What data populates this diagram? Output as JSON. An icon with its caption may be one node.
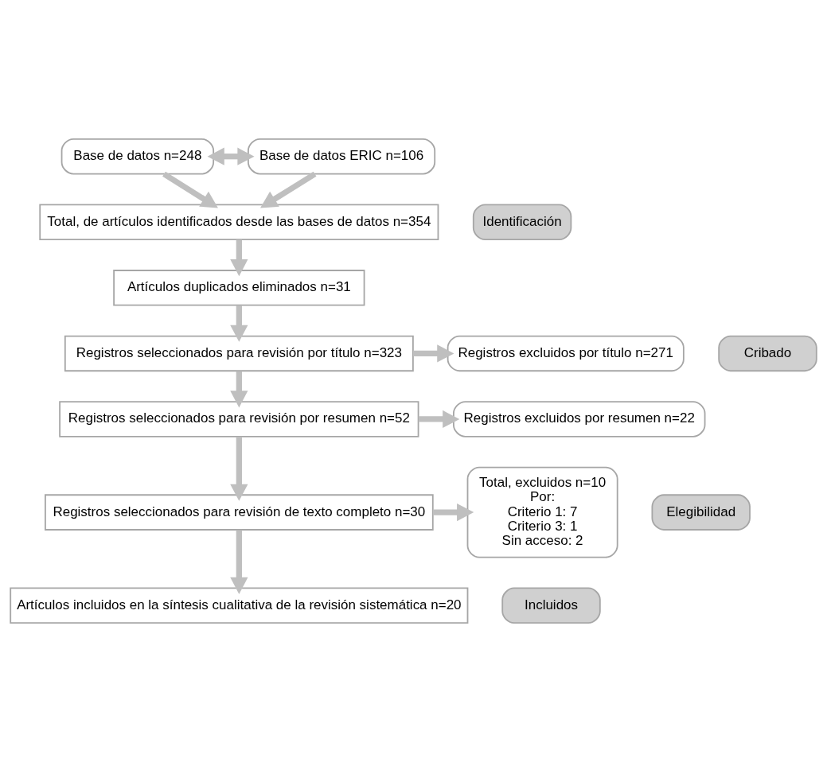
{
  "diagram": {
    "nodes": [
      {
        "text": [
          "Base de datos n=248"
        ]
      },
      {
        "text": [
          "Base de datos ERIC n=106"
        ]
      },
      {
        "text": [
          "Total, de artículos identificados desde las bases de datos n=354"
        ]
      },
      {
        "text": [
          "Artículos duplicados eliminados n=31"
        ]
      },
      {
        "text": [
          "Registros seleccionados para revisión por título n=323"
        ]
      },
      {
        "text": [
          "Registros excluidos por título n=271"
        ]
      },
      {
        "text": [
          "Registros seleccionados para revisión por resumen n=52"
        ]
      },
      {
        "text": [
          "Registros excluidos por resumen n=22"
        ]
      },
      {
        "text": [
          "Registros seleccionados para revisión de texto completo n=30"
        ]
      },
      {
        "text": [
          "Total, excluidos n=10",
          "Por:",
          "Criterio 1: 7",
          "Criterio 3: 1",
          "Sin acceso: 2"
        ]
      },
      {
        "text": [
          "Artículos incluidos en la síntesis cualitativa de la revisión sistemática n=20"
        ]
      },
      {
        "text": [
          "Identificación"
        ]
      },
      {
        "text": [
          "Cribado"
        ]
      },
      {
        "text": [
          "Elegibilidad"
        ]
      },
      {
        "text": [
          "Incluidos"
        ]
      }
    ],
    "edges": [
      {
        "from": 0,
        "to": 1,
        "arrow": "both"
      },
      {
        "from": 0,
        "to": 2,
        "arrow": "to"
      },
      {
        "from": 1,
        "to": 2,
        "arrow": "to"
      },
      {
        "from": 2,
        "to": 3,
        "arrow": "to"
      },
      {
        "from": 3,
        "to": 4,
        "arrow": "to"
      },
      {
        "from": 4,
        "to": 5,
        "arrow": "to"
      },
      {
        "from": 4,
        "to": 6,
        "arrow": "to"
      },
      {
        "from": 6,
        "to": 7,
        "arrow": "to"
      },
      {
        "from": 6,
        "to": 8,
        "arrow": "to"
      },
      {
        "from": 8,
        "to": 9,
        "arrow": "to"
      },
      {
        "from": 8,
        "to": 10,
        "arrow": "to"
      }
    ]
  }
}
